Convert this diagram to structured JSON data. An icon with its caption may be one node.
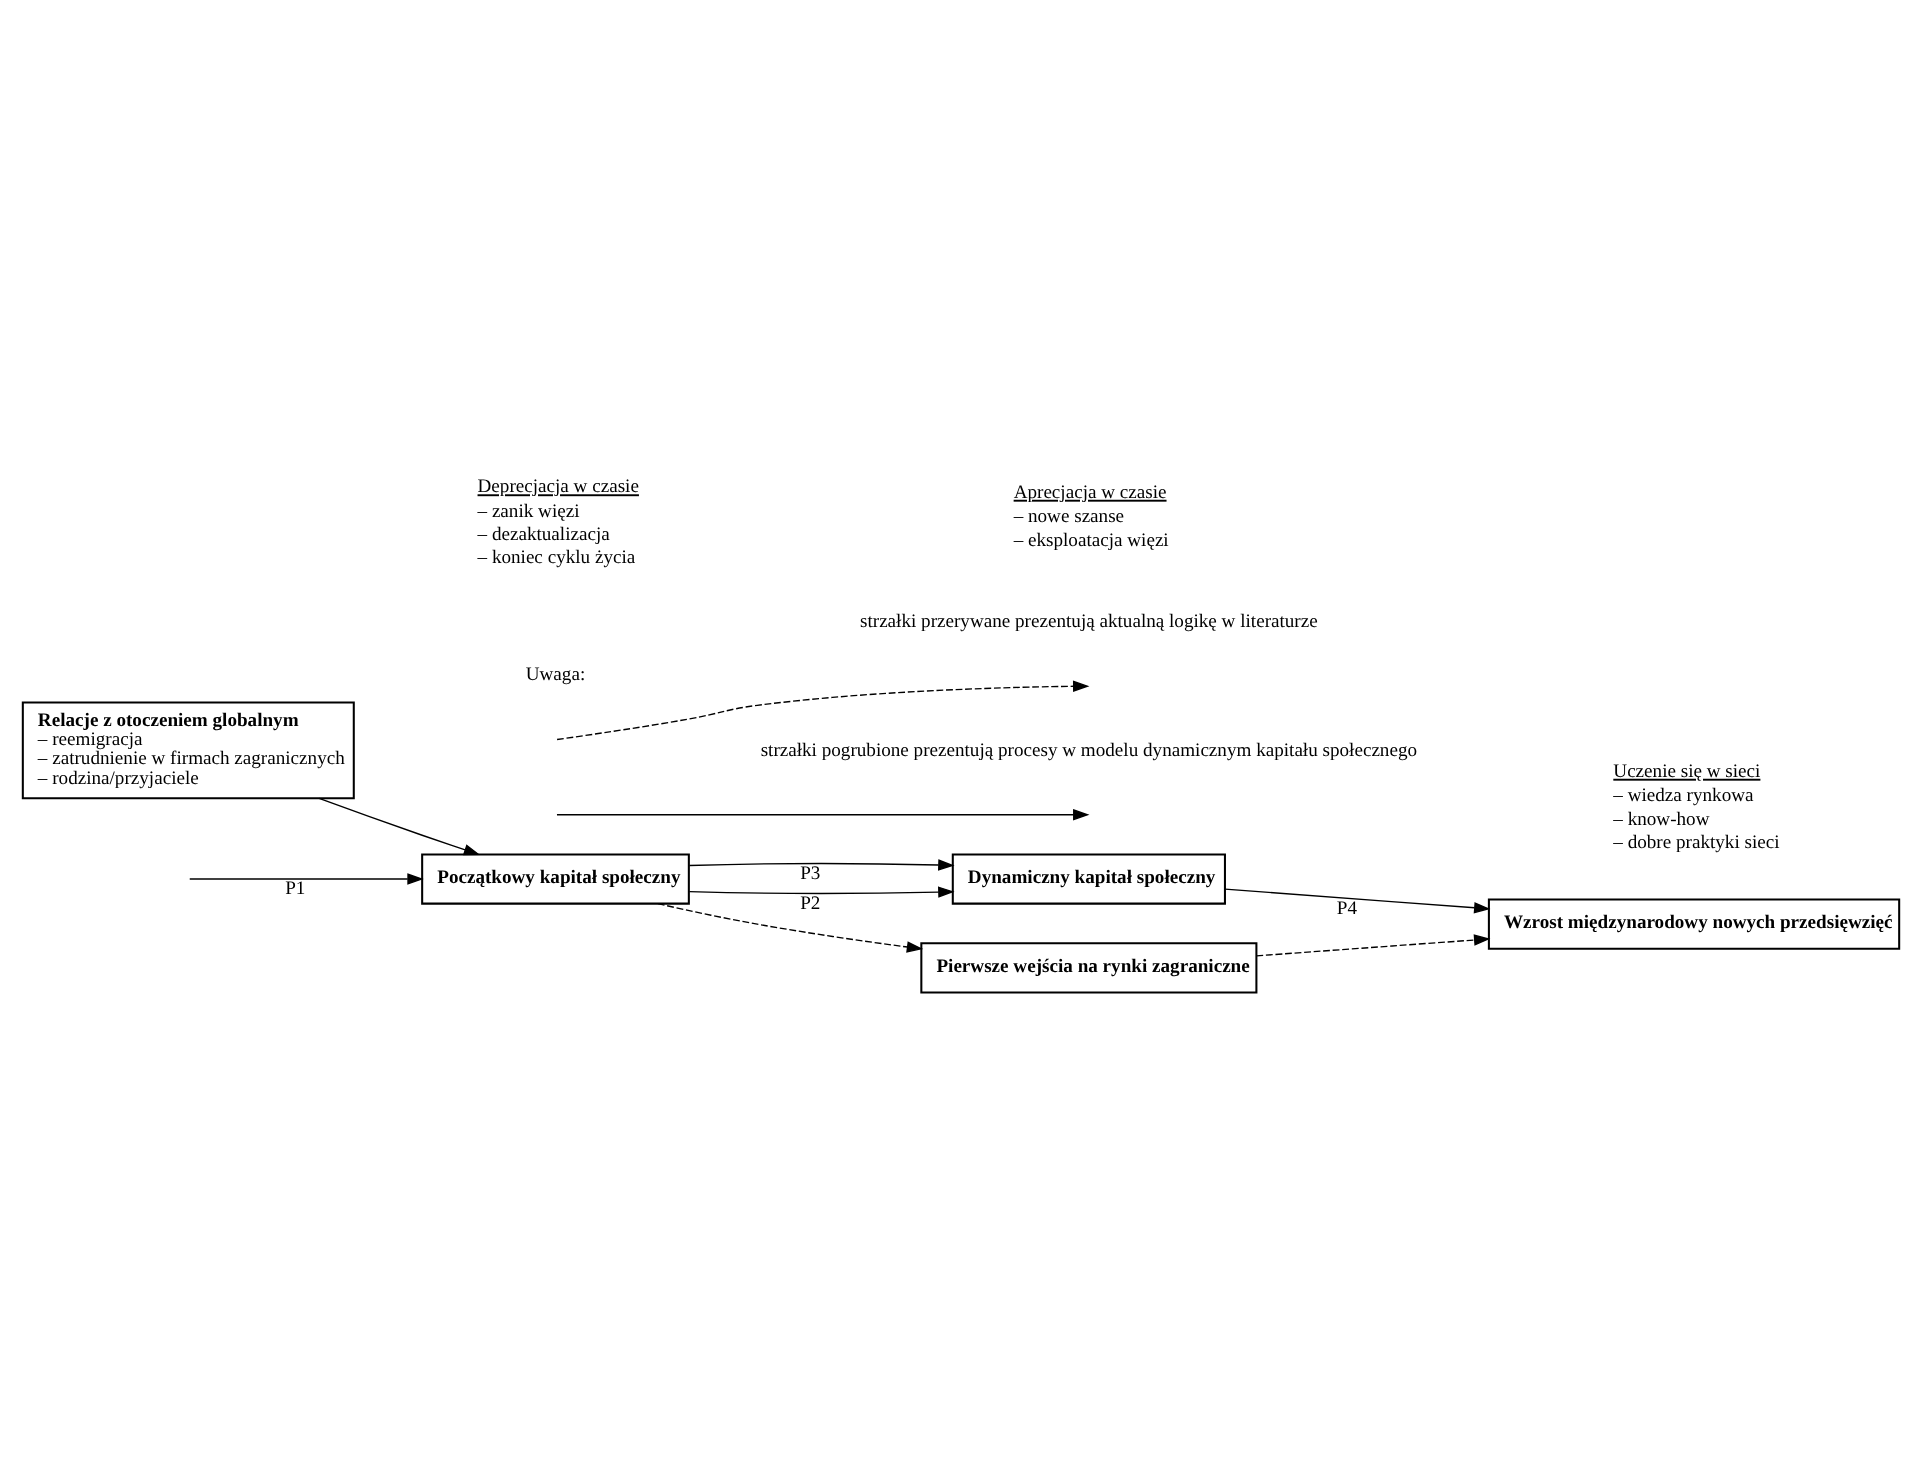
{
  "diagram": {
    "nodes": [
      {
        "text": [
          "Relacje z otoczeniem globalnym",
          "– reemigracja",
          "– zatrudnienie w firmach zagranicznych",
          "– rodzina/przyjaciele"
        ]
      },
      {
        "text": [
          "Początkowy kapitał społeczny"
        ]
      },
      {
        "text": [
          "Dynamiczny kapitał społeczny"
        ]
      },
      {
        "text": [
          "Wzrost międzynarodowy nowych przedsięwzięć"
        ]
      },
      {
        "text": [
          "Pierwsze wejścia na rynki zagraniczne"
        ]
      }
    ],
    "edges": [
      {
        "from": 0,
        "to": 1,
        "arrow": "to"
      },
      {
        "from": null,
        "to": 1,
        "arrow": "to",
        "label": "P1"
      },
      {
        "from": 1,
        "to": 2,
        "arrow": "to",
        "label": "P2"
      },
      {
        "from": 1,
        "to": 2,
        "arrow": "to",
        "label": "P3"
      },
      {
        "from": 2,
        "to": 3,
        "arrow": "to",
        "label": "P4"
      },
      {
        "from": 1,
        "to": 4,
        "arrow": "to",
        "style": "dashed"
      },
      {
        "from": 4,
        "to": 3,
        "arrow": "to",
        "style": "dashed"
      }
    ],
    "labels": [
      "Uczenie się w sieci",
      "– wiedza rynkowa",
      "– know-how",
      "– dobre praktyki sieci",
      "Deprecjacja w czasie",
      "– zanik więzi",
      "– dezaktualizacja",
      "– koniec cyklu życia",
      "Aprecjacja w czasie",
      "– nowe szanse",
      "– eksploatacja więzi",
      "Uwaga:"
    ],
    "legend": [
      {
        "text": "strzałki przerywane prezentują aktualną logikę w literaturze"
      },
      {
        "text": "strzałki pogrubione prezentują procesy w modelu dynamicznym kapitału społecznego"
      }
    ]
  }
}
